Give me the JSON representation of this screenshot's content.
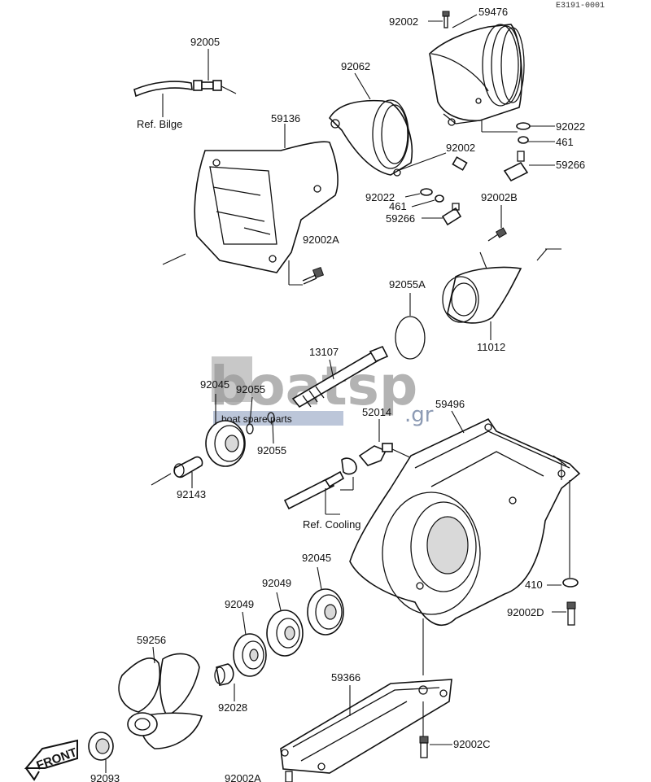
{
  "diagram_code": "E3191-0001",
  "labels": {
    "p92002_top": "92002",
    "p59476": "59476",
    "p92005": "92005",
    "p92062": "92062",
    "ref_bilge": "Ref. Bilge",
    "p59136": "59136",
    "p92022_right": "92022",
    "p461_right": "461",
    "p59266_right": "59266",
    "p92002_mid": "92002",
    "p92022_mid": "92022",
    "p461_mid": "461",
    "p59266_mid": "59266",
    "p92002B": "92002B",
    "p92002A": "92002A",
    "p92055A": "92055A",
    "p11012": "11012",
    "p13107": "13107",
    "p92045_top": "92045",
    "p92055_a": "92055",
    "p92055_b": "92055",
    "p52014": "52014",
    "p59496": "59496",
    "p92143": "92143",
    "ref_cooling": "Ref. Cooling",
    "p92045_low": "92045",
    "p92049_a": "92049",
    "p92049_b": "92049",
    "p410": "410",
    "p92002D": "92002D",
    "p59256": "59256",
    "p59366": "59366",
    "p92028": "92028",
    "p92002C": "92002C",
    "p92093": "92093",
    "p92002A_bottom": "92002A",
    "front": "FRONT"
  },
  "watermark": {
    "brand": "boatsp",
    "domain": ".gr",
    "tagline": "boat spare parts"
  },
  "colors": {
    "line": "#111111",
    "watermark_gray": "#9a9a9a",
    "watermark_blue": "#7a8aa8"
  }
}
